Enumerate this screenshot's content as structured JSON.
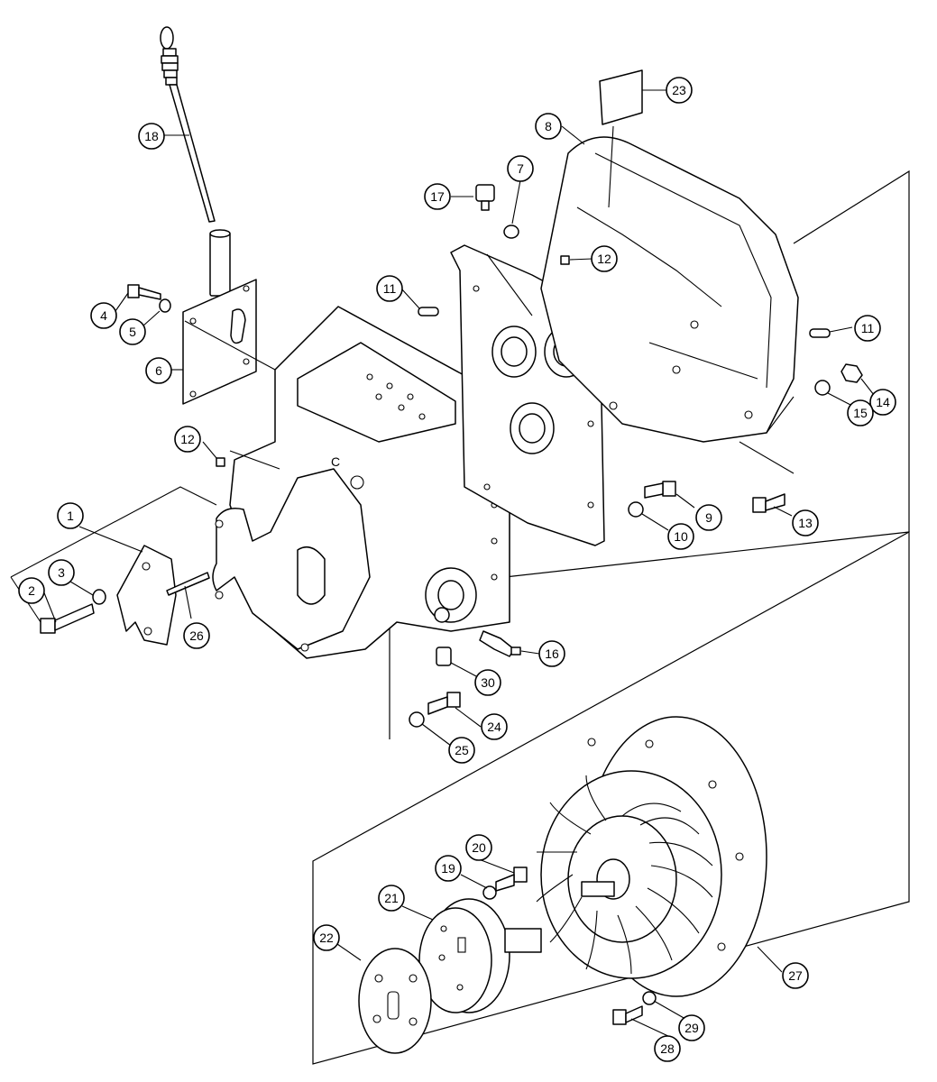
{
  "callouts": [
    {
      "id": "c1",
      "label": "1"
    },
    {
      "id": "c2",
      "label": "2"
    },
    {
      "id": "c3",
      "label": "3"
    },
    {
      "id": "c4",
      "label": "4"
    },
    {
      "id": "c5",
      "label": "5"
    },
    {
      "id": "c6",
      "label": "6"
    },
    {
      "id": "c7",
      "label": "7"
    },
    {
      "id": "c8",
      "label": "8"
    },
    {
      "id": "c9",
      "label": "9"
    },
    {
      "id": "c10",
      "label": "10"
    },
    {
      "id": "c11a",
      "label": "11"
    },
    {
      "id": "c11b",
      "label": "11"
    },
    {
      "id": "c12a",
      "label": "12"
    },
    {
      "id": "c12b",
      "label": "12"
    },
    {
      "id": "c13",
      "label": "13"
    },
    {
      "id": "c14",
      "label": "14"
    },
    {
      "id": "c15",
      "label": "15"
    },
    {
      "id": "c16",
      "label": "16"
    },
    {
      "id": "c17",
      "label": "17"
    },
    {
      "id": "c18",
      "label": "18"
    },
    {
      "id": "c19",
      "label": "19"
    },
    {
      "id": "c20",
      "label": "20"
    },
    {
      "id": "c21",
      "label": "21"
    },
    {
      "id": "c22",
      "label": "22"
    },
    {
      "id": "c23",
      "label": "23"
    },
    {
      "id": "c24",
      "label": "24"
    },
    {
      "id": "c25",
      "label": "25"
    },
    {
      "id": "c26",
      "label": "26"
    },
    {
      "id": "c27",
      "label": "27"
    },
    {
      "id": "c28",
      "label": "28"
    },
    {
      "id": "c29",
      "label": "29"
    },
    {
      "id": "c30",
      "label": "30"
    }
  ],
  "housing_face_text": "C"
}
